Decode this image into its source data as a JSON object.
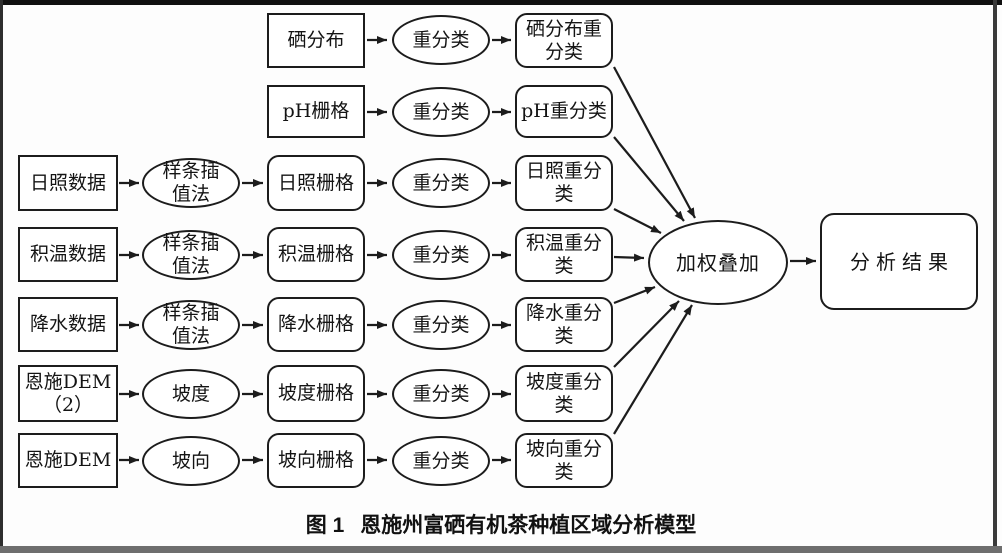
{
  "figure": {
    "label": "图 1",
    "title": "恩施州富硒有机茶种植区域分析模型"
  },
  "nodes": {
    "r1c3": "硒分布",
    "r1c4": "重分类",
    "r1c5": "硒分布重\n分类",
    "r2c3": "pH栅格",
    "r2c4": "重分类",
    "r2c5": "pH重分类",
    "r3c1": "日照数据",
    "r3c2": "样条插\n值法",
    "r3c3": "日照栅格",
    "r3c4": "重分类",
    "r3c5": "日照重分\n类",
    "r4c1": "积温数据",
    "r4c2": "样条插\n值法",
    "r4c3": "积温栅格",
    "r4c4": "重分类",
    "r4c5": "积温重分\n类",
    "r5c1": "降水数据",
    "r5c2": "样条插\n值法",
    "r5c3": "降水栅格",
    "r5c4": "重分类",
    "r5c5": "降水重分\n类",
    "r6c1": "恩施DEM\n（2）",
    "r6c2": "坡度",
    "r6c3": "坡度栅格",
    "r6c4": "重分类",
    "r6c5": "坡度重分\n类",
    "r7c1": "恩施DEM",
    "r7c2": "坡向",
    "r7c3": "坡向栅格",
    "r7c4": "重分类",
    "r7c5": "坡向重分\n类",
    "overlay": "加权叠加",
    "result": "分析结果"
  },
  "colors": {
    "line": "#1c1c1c",
    "background": "#ffffff",
    "bottom_band": "#6e6e6e"
  }
}
